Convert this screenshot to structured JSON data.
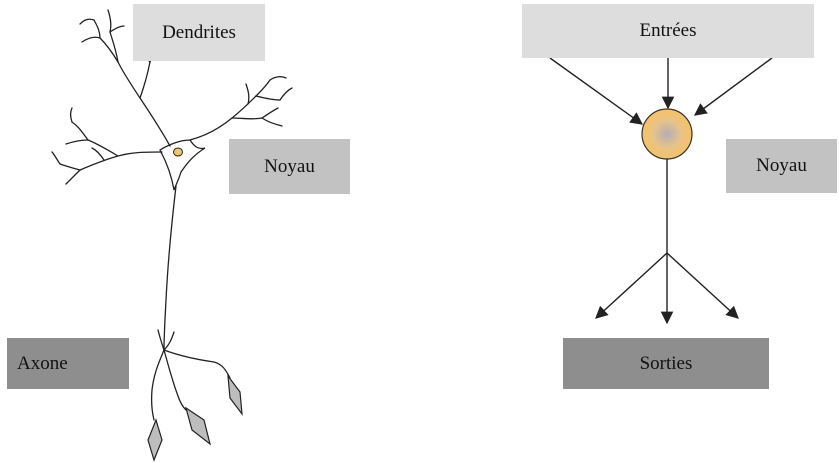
{
  "biological_neuron": {
    "labels": {
      "dendrites": "Dendrites",
      "nucleus": "Noyau",
      "axon": "Axone"
    },
    "colors": {
      "nucleus_fill": "#f3c36b",
      "terminal_fill": "#bdbdbd",
      "line": "#222222"
    }
  },
  "artificial_neuron": {
    "labels": {
      "inputs": "Entrées",
      "nucleus": "Noyau",
      "outputs": "Sorties"
    },
    "colors": {
      "node_outer": "#f6c265",
      "node_center": "#b9b3b8",
      "arrow": "#222222"
    },
    "input_arrows": 3,
    "output_arrows": 3
  },
  "box_colors": {
    "light": "#dddddd",
    "mid": "#c2c2c2",
    "dark": "#8e8e8e"
  }
}
